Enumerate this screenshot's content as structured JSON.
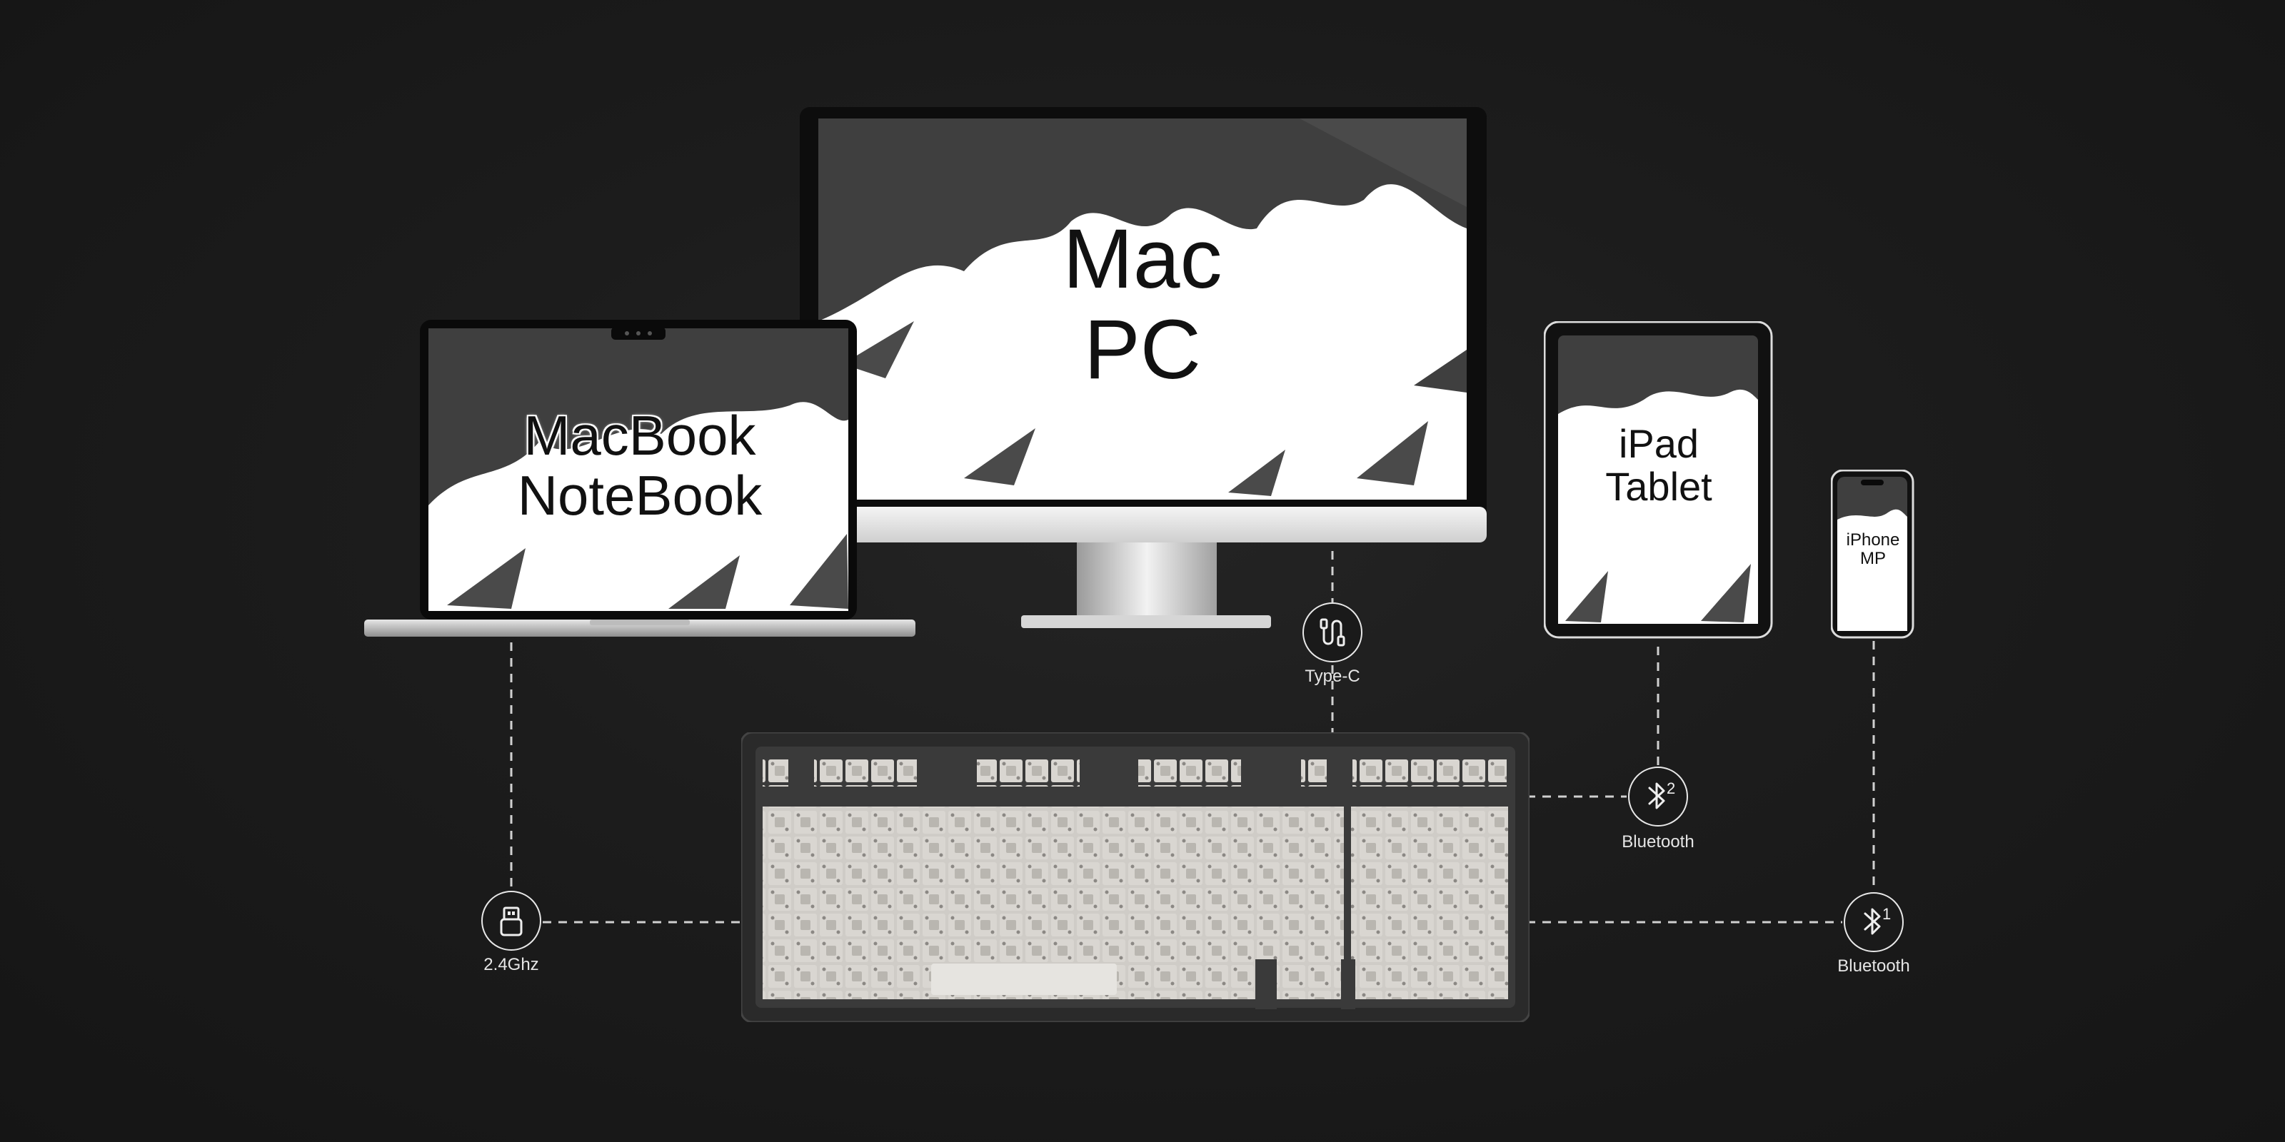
{
  "devices": {
    "desktop": {
      "line1": "Mac",
      "line2": "PC"
    },
    "laptop": {
      "line1": "MacBook",
      "line2": "NoteBook"
    },
    "tablet": {
      "line1": "iPad",
      "line2": "Tablet"
    },
    "phone": {
      "line1": "iPhone",
      "line2": "MP"
    }
  },
  "connections": {
    "wired": {
      "label": "Type-C",
      "icon": "usb-cable-icon"
    },
    "dongle": {
      "label": "2.4Ghz",
      "icon": "usb-dongle-icon"
    },
    "bt2": {
      "label": "Bluetooth",
      "badge": "2",
      "icon": "bluetooth-icon"
    },
    "bt1": {
      "label": "Bluetooth",
      "badge": "1",
      "icon": "bluetooth-icon"
    }
  },
  "colors": {
    "background": "#181818",
    "line": "#d8d8d8",
    "screen_dark": "#3d3d3d",
    "screen_light": "#ffffff"
  }
}
